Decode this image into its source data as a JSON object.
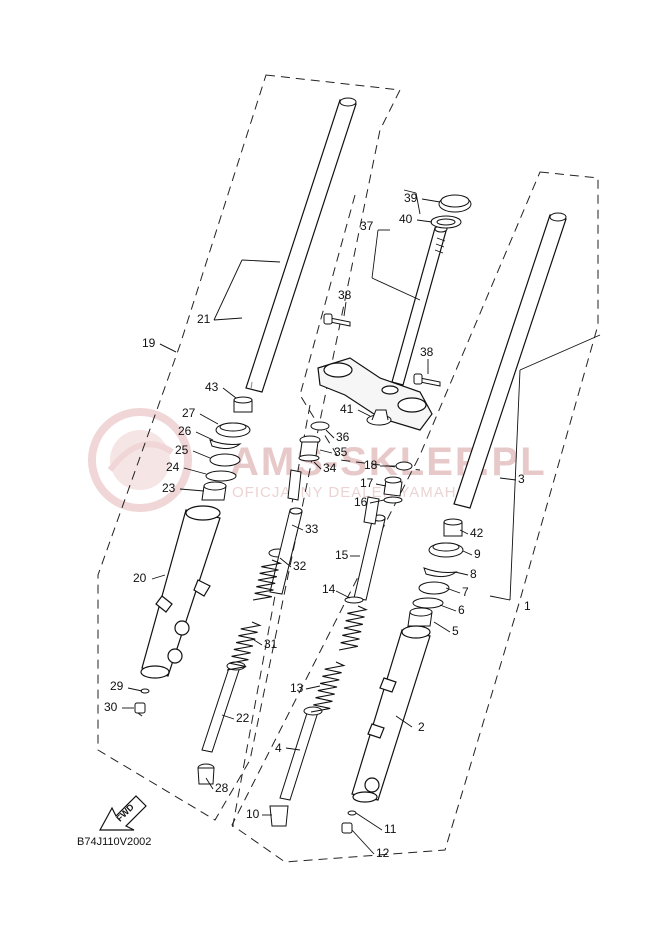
{
  "diagram": {
    "code": "B74J110V2002",
    "fwd_label": "FWD",
    "watermark": {
      "text": "AMS-SKLEP.PL",
      "subtext": "OFICJALNY DEALER YAMAHA"
    },
    "labels": [
      {
        "id": "1",
        "text": "1"
      },
      {
        "id": "2",
        "text": "2"
      },
      {
        "id": "3",
        "text": "3"
      },
      {
        "id": "4",
        "text": "4"
      },
      {
        "id": "5",
        "text": "5"
      },
      {
        "id": "6",
        "text": "6"
      },
      {
        "id": "7",
        "text": "7"
      },
      {
        "id": "8",
        "text": "8"
      },
      {
        "id": "9",
        "text": "9"
      },
      {
        "id": "10",
        "text": "10"
      },
      {
        "id": "11",
        "text": "11"
      },
      {
        "id": "12",
        "text": "12"
      },
      {
        "id": "13",
        "text": "13"
      },
      {
        "id": "14",
        "text": "14"
      },
      {
        "id": "15",
        "text": "15"
      },
      {
        "id": "16",
        "text": "16"
      },
      {
        "id": "17",
        "text": "17"
      },
      {
        "id": "18",
        "text": "18"
      },
      {
        "id": "19",
        "text": "19"
      },
      {
        "id": "20",
        "text": "20"
      },
      {
        "id": "21",
        "text": "21"
      },
      {
        "id": "22",
        "text": "22"
      },
      {
        "id": "23",
        "text": "23"
      },
      {
        "id": "24",
        "text": "24"
      },
      {
        "id": "25",
        "text": "25"
      },
      {
        "id": "26",
        "text": "26"
      },
      {
        "id": "27",
        "text": "27"
      },
      {
        "id": "28",
        "text": "28"
      },
      {
        "id": "29",
        "text": "29"
      },
      {
        "id": "30",
        "text": "30"
      },
      {
        "id": "31",
        "text": "31"
      },
      {
        "id": "32",
        "text": "32"
      },
      {
        "id": "33",
        "text": "33"
      },
      {
        "id": "34",
        "text": "34"
      },
      {
        "id": "35",
        "text": "35"
      },
      {
        "id": "36",
        "text": "36"
      },
      {
        "id": "37",
        "text": "37"
      },
      {
        "id": "38a",
        "text": "38"
      },
      {
        "id": "38b",
        "text": "38"
      },
      {
        "id": "39",
        "text": "39"
      },
      {
        "id": "40",
        "text": "40"
      },
      {
        "id": "41",
        "text": "41"
      },
      {
        "id": "42",
        "text": "42"
      },
      {
        "id": "43",
        "text": "43"
      }
    ]
  }
}
